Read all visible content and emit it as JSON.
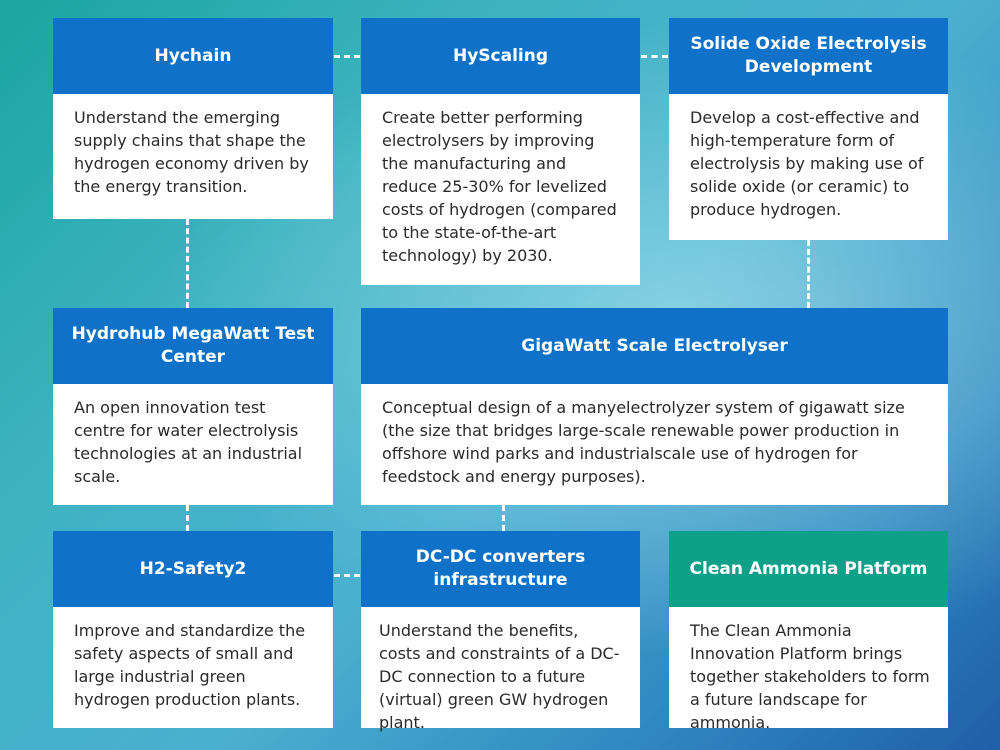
{
  "cards": [
    {
      "title": "Hychain",
      "body": "Understand the emerging supply chains that shape the hydrogen economy driven by the energy transition."
    },
    {
      "title": "HyScaling",
      "body": "Create better performing electrolysers by improving the manufacturing and reduce 25-30% for levelized costs of hydrogen (compared to the state-of-the-art technology) by 2030."
    },
    {
      "title": "Solide Oxide Electrolysis Development",
      "body": "Develop a cost-effective and high-temperature form of electrolysis by making use of solide oxide (or ceramic) to produce hydrogen."
    },
    {
      "title": "Hydrohub MegaWatt Test Center",
      "body": "An open innovation test centre for water electrolysis technologies at an industrial scale."
    },
    {
      "title": "GigaWatt Scale Electrolyser",
      "body": "Conceptual design of a manyelectrolyzer system of gigawatt size (the size that bridges large-scale renewable power production in offshore wind parks and industrialscale use of hydrogen for feedstock and energy purposes)."
    },
    {
      "title": "H2-Safety2",
      "body": "Improve and standardize the safety aspects of small and large industrial green hydrogen production plants."
    },
    {
      "title": "DC-DC converters infrastructure",
      "body": "Understand the benefits, costs and constraints of a DC-DC connection to a future (virtual) green GW hydrogen plant."
    },
    {
      "title": "Clean Ammonia Platform",
      "body": "The Clean Ammonia Innovation Platform brings together stakeholders to form a future landscape for ammonia."
    }
  ],
  "colors": {
    "header_blue": "#0f72c8",
    "header_teal": "#0fa08a",
    "connector": "#ffffff"
  }
}
